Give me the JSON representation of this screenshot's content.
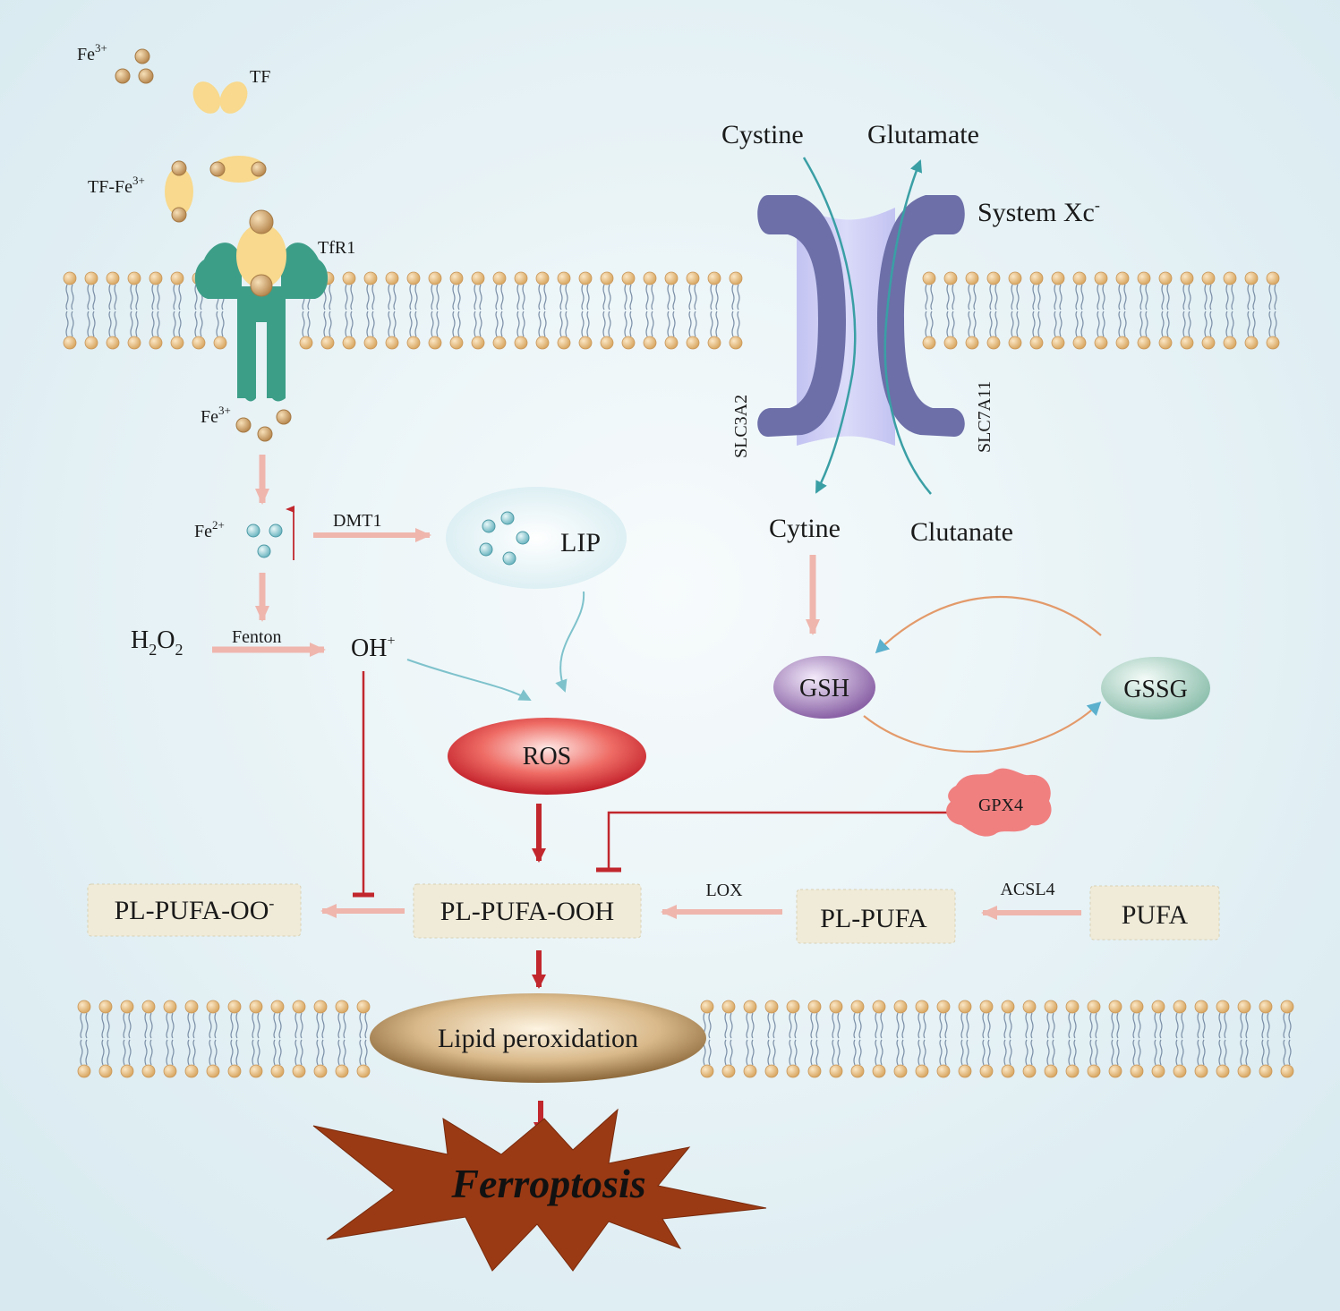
{
  "colors": {
    "background": "#e6f1f5",
    "membrane_head": "#e8b877",
    "tfr1": "#3d9e88",
    "system_xc": "#6c6fa8",
    "channel": "#c8c8f5",
    "pink_arrow": "#f0b8b0",
    "red_arrow": "#c1272d",
    "teal_arrow": "#3a9fa5",
    "orange_arrow": "#e39a6a",
    "ros": "#d8303a",
    "gsh": "#8f6aa8",
    "gssg": "#8fc0b0",
    "gpx4": "#f08080",
    "ferroptosis": "#9a3a14"
  },
  "iron_uptake": {
    "fe3_top": "Fe3+",
    "tf": "TF",
    "tf_fe3": "TF-Fe3+",
    "tfr1": "TfR1",
    "fe3_inside": "Fe3+",
    "fe2": "Fe2+",
    "dmt1": "DMT1",
    "lip": "LIP",
    "h2o2": "H2O2",
    "fenton": "Fenton",
    "oh": "OH+"
  },
  "system_xc": {
    "cystine": "Cystine",
    "glutamate": "Glutamate",
    "name": "System  Xc-",
    "slc3a2": "SLC3A2",
    "slc7a11": "SLC7A11",
    "cytine": "Cytine",
    "clutanate": "Clutanate",
    "gsh": "GSH",
    "gssg": "GSSG",
    "gpx4": "GPX4"
  },
  "pathway": {
    "ros": "ROS",
    "pl_pufa_oo": "PL-PUFA-OO-",
    "pl_pufa_ooh": "PL-PUFA-OOH",
    "lox": "LOX",
    "pl_pufa": "PL-PUFA",
    "acsl4": "ACSL4",
    "pufa": "PUFA",
    "lipid_peroxidation": "Lipid peroxidation",
    "ferroptosis": "Ferroptosis"
  }
}
